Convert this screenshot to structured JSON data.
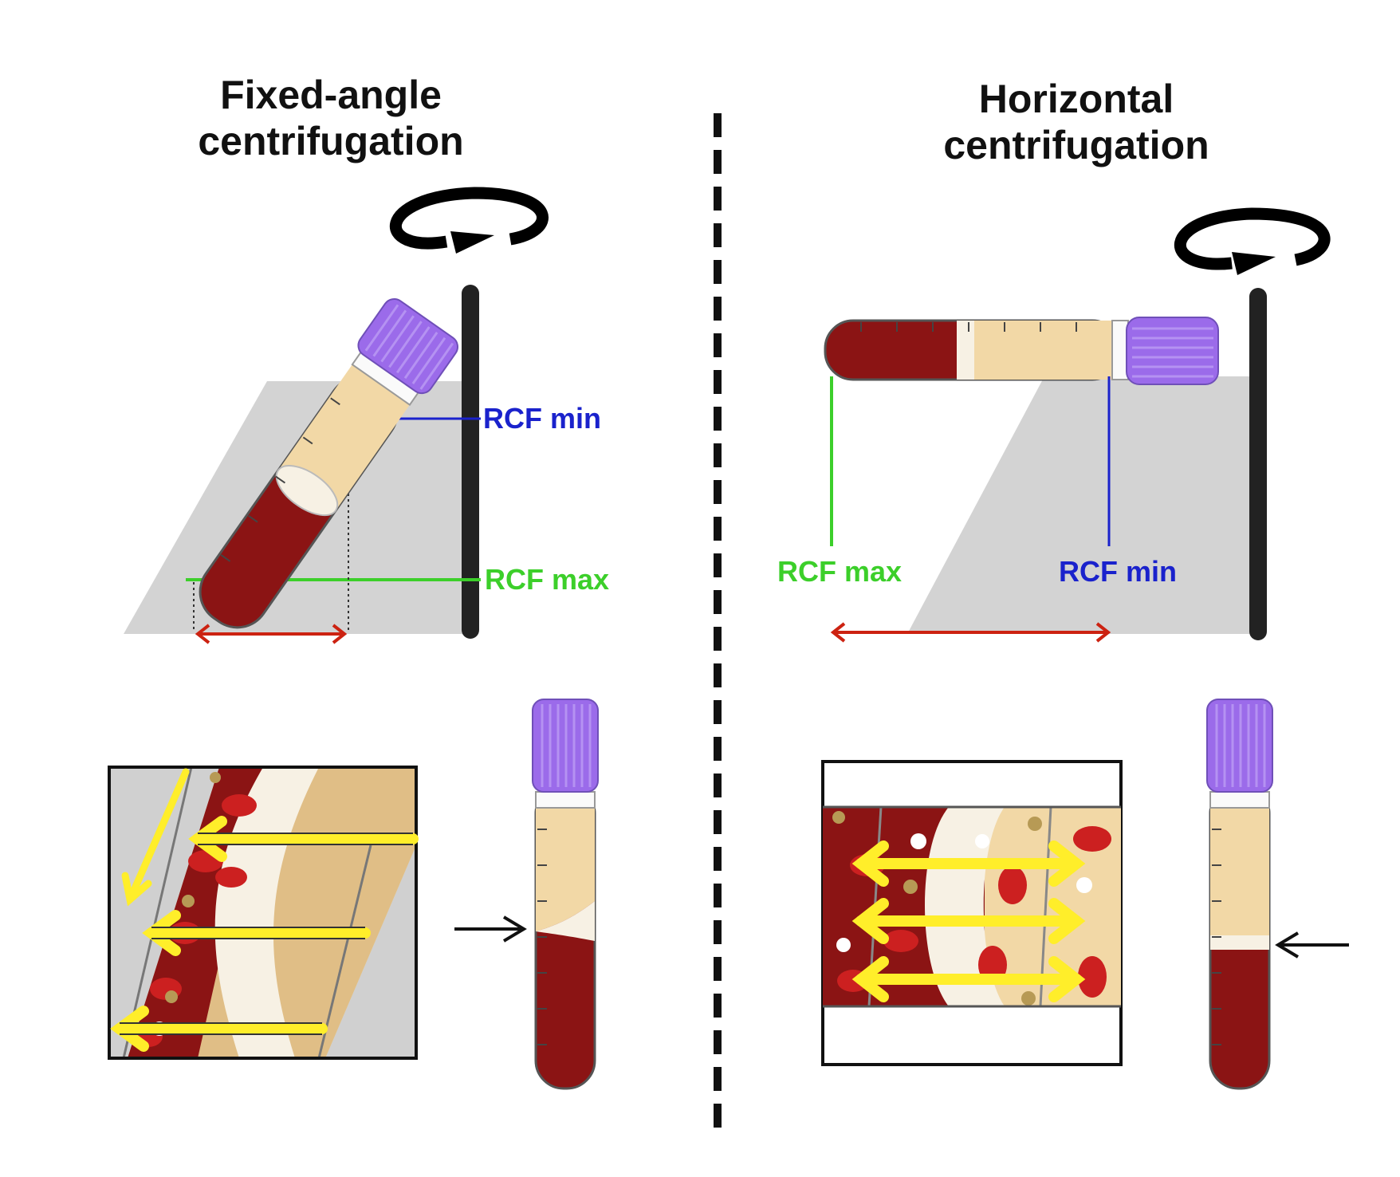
{
  "titles": {
    "left": {
      "line1": "Fixed-angle",
      "line2": "centrifugation"
    },
    "right": {
      "line1": "Horizontal",
      "line2": "centrifugation"
    }
  },
  "labels": {
    "rcf_min": "RCF min",
    "rcf_max": "RCF max"
  },
  "colors": {
    "rcf_min_line": "#1a22cc",
    "rcf_max_line": "#3ccf2a",
    "distance_arrow": "#cc2211",
    "tube_cap": "#9b6bea",
    "blood": "#8b1414",
    "plasma": "#f2d8a6",
    "buffy_coat": "#f7f1e4",
    "force_arrows": "#ffee2a",
    "platform": "#d3d3d3",
    "axis": "#222222"
  },
  "icons": {
    "rotation_left": "clockwise-rotation-icon",
    "rotation_right": "clockwise-rotation-icon",
    "interface_pointer_left": "right-arrow-icon",
    "interface_pointer_right": "left-arrow-icon"
  }
}
